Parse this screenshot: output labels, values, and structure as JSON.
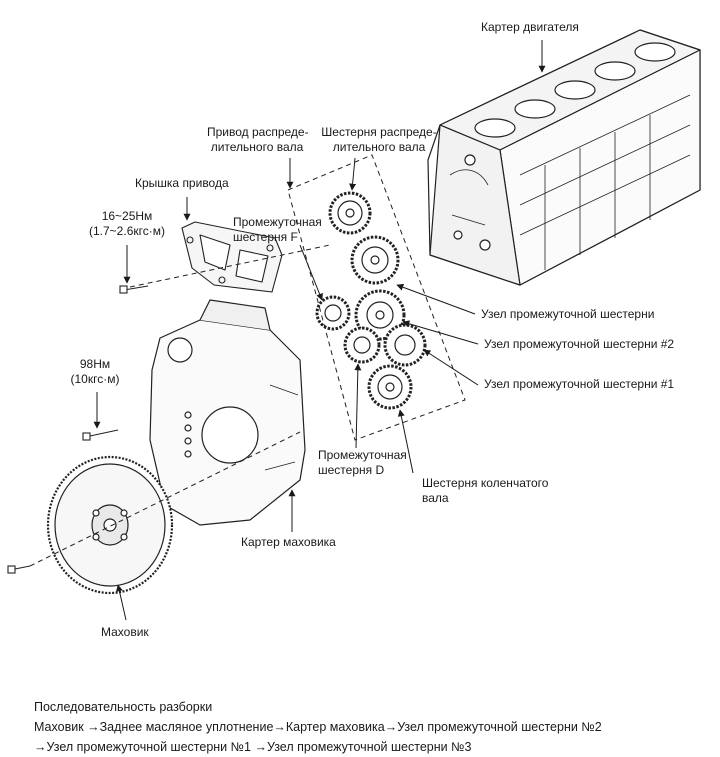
{
  "labels": {
    "engine_block": "Картер двигателя",
    "camshaft_drive_line1": "Привод распреде-",
    "camshaft_drive_line2": "лительного вала",
    "camshaft_gear_line1": "Шестерня распреде-",
    "camshaft_gear_line2": "лительного вала",
    "drive_cover": "Крышка привода",
    "torque_cover_line1": "16~25Нм",
    "torque_cover_line2": "(1.7~2.6кгс·м)",
    "idler_f_line1": "Промежуточная",
    "idler_f_line2": "шестерня F",
    "idler_assy": "Узел промежуточной шестерни",
    "idler_assy_2": "Узел промежуточной шестерни #2",
    "idler_assy_1": "Узел промежуточной шестерни #1",
    "torque_flywheel_line1": "98Нм",
    "torque_flywheel_line2": "(10кгс·м)",
    "idler_d_line1": "Промежуточная",
    "idler_d_line2": "шестерня D",
    "crank_gear_line1": "Шестерня коленчатого",
    "crank_gear_line2": "вала",
    "flywheel_housing": "Картер маховика",
    "flywheel": "Маховик"
  },
  "caption": {
    "title": "Последовательность разборки",
    "line1": "Маховик →Заднее масляное уплотнение→Картер маховика→Узел промежуточной шестерни №2",
    "line2": "→Узел промежуточной шестерни №1 →Узел промежуточной шестерни №3"
  }
}
